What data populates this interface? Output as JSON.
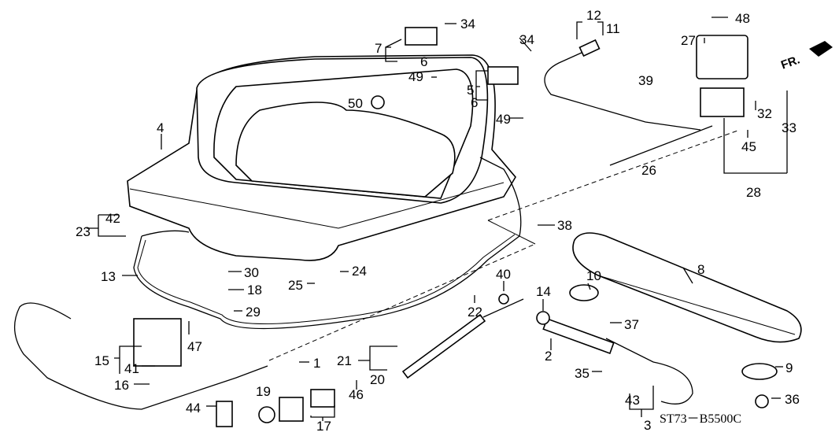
{
  "diagram_code": "ST73－B5500C",
  "direction_marker": "FR.",
  "labels": {
    "p34a": "34",
    "p7": "7",
    "p6a": "6",
    "p49a": "49",
    "p50": "50",
    "p34b": "34",
    "p5": "5",
    "p6b": "6",
    "p49b": "49",
    "p12": "12",
    "p11": "11",
    "p39": "39",
    "p48": "48",
    "p27": "27",
    "p32": "32",
    "p33": "33",
    "p45": "45",
    "p28": "28",
    "p26": "26",
    "p4": "4",
    "p42": "42",
    "p23": "23",
    "p38": "38",
    "p13": "13",
    "p30": "30",
    "p18": "18",
    "p29": "29",
    "p25": "25",
    "p24": "24",
    "p8": "8",
    "p10": "10",
    "p40": "40",
    "p22": "22",
    "p14": "14",
    "p37": "37",
    "p2": "2",
    "p35": "35",
    "p9": "9",
    "p43": "43",
    "p3": "3",
    "p36": "36",
    "p15": "15",
    "p41": "41",
    "p47": "47",
    "p16": "16",
    "p44": "44",
    "p19": "19",
    "p17": "17",
    "p46": "46",
    "p20": "20",
    "p21": "21",
    "p1": "1"
  }
}
